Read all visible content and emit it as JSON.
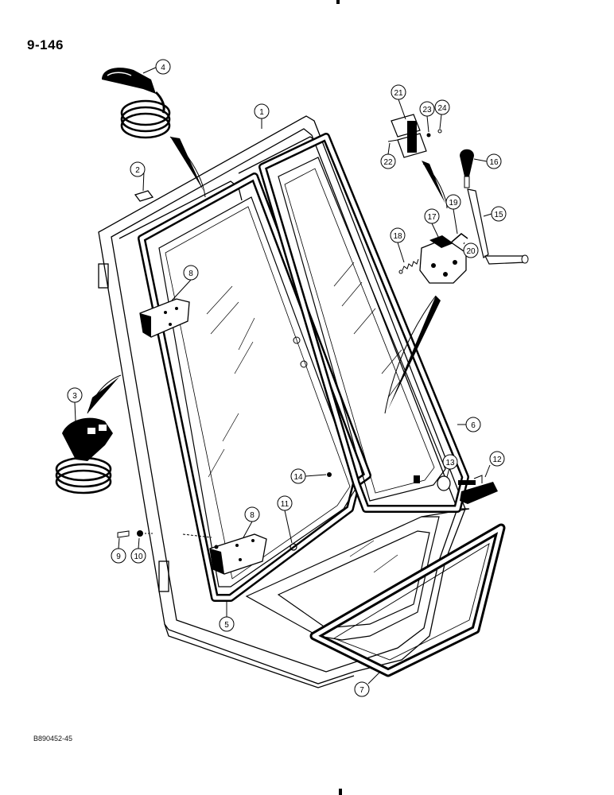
{
  "page": {
    "number": "9-146",
    "figure_code": "B890452-45"
  },
  "callouts": [
    {
      "id": "c1",
      "label": "1"
    },
    {
      "id": "c2",
      "label": "2"
    },
    {
      "id": "c3",
      "label": "3"
    },
    {
      "id": "c4",
      "label": "4"
    },
    {
      "id": "c5",
      "label": "5"
    },
    {
      "id": "c6",
      "label": "6"
    },
    {
      "id": "c7",
      "label": "7"
    },
    {
      "id": "c8a",
      "label": "8"
    },
    {
      "id": "c8b",
      "label": "8"
    },
    {
      "id": "c9",
      "label": "9"
    },
    {
      "id": "c10",
      "label": "10"
    },
    {
      "id": "c11",
      "label": "11"
    },
    {
      "id": "c12",
      "label": "12"
    },
    {
      "id": "c13",
      "label": "13"
    },
    {
      "id": "c14",
      "label": "14"
    },
    {
      "id": "c15",
      "label": "15"
    },
    {
      "id": "c16",
      "label": "16"
    },
    {
      "id": "c17",
      "label": "17"
    },
    {
      "id": "c18",
      "label": "18"
    },
    {
      "id": "c19",
      "label": "19"
    },
    {
      "id": "c20",
      "label": "20"
    },
    {
      "id": "c21",
      "label": "21"
    },
    {
      "id": "c22",
      "label": "22"
    },
    {
      "id": "c23",
      "label": "23"
    },
    {
      "id": "c24",
      "label": "24"
    }
  ]
}
